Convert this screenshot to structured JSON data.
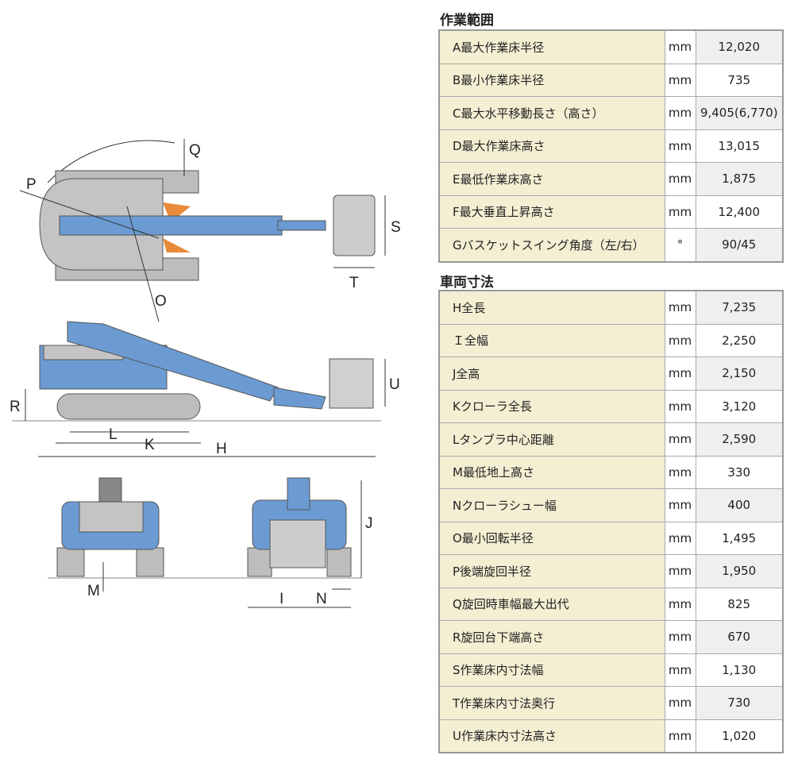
{
  "diagram_labels": {
    "P": "P",
    "Q": "Q",
    "O": "O",
    "S": "S",
    "T": "T",
    "R": "R",
    "U": "U",
    "L": "L",
    "K": "K",
    "H": "H",
    "M": "M",
    "J": "J",
    "I": "I",
    "N": "N"
  },
  "colors": {
    "machine_blue": "#6b9bd2",
    "machine_gray": "#bdbdbd",
    "label_bg": "#f4efd3",
    "orange": "#e88a3a"
  },
  "work_range": {
    "title": "作業範囲",
    "rows": [
      {
        "label": "A最大作業床半径",
        "unit": "mm",
        "value": "12,020"
      },
      {
        "label": "B最小作業床半径",
        "unit": "mm",
        "value": "735"
      },
      {
        "label": "C最大水平移動長さ（高さ）",
        "unit": "mm",
        "value": "9,405(6,770)"
      },
      {
        "label": "D最大作業床高さ",
        "unit": "mm",
        "value": "13,015"
      },
      {
        "label": "E最低作業床高さ",
        "unit": "mm",
        "value": "1,875"
      },
      {
        "label": "F最大垂直上昇高さ",
        "unit": "mm",
        "value": "12,400"
      },
      {
        "label": "Gバスケットスイング角度（左/右）",
        "unit": "°",
        "value": "90/45"
      }
    ]
  },
  "vehicle_dims": {
    "title": "車両寸法",
    "rows": [
      {
        "label": "H全長",
        "unit": "mm",
        "value": "7,235"
      },
      {
        "label": "Ｉ全幅",
        "unit": "mm",
        "value": "2,250"
      },
      {
        "label": "J全高",
        "unit": "mm",
        "value": "2,150"
      },
      {
        "label": "Kクローラ全長",
        "unit": "mm",
        "value": "3,120"
      },
      {
        "label": "Lタンブラ中心距離",
        "unit": "mm",
        "value": "2,590"
      },
      {
        "label": "M最低地上高さ",
        "unit": "mm",
        "value": "330"
      },
      {
        "label": "Nクローラシュー幅",
        "unit": "mm",
        "value": "400"
      },
      {
        "label": "O最小回転半径",
        "unit": "mm",
        "value": "1,495"
      },
      {
        "label": "P後端旋回半径",
        "unit": "mm",
        "value": "1,950"
      },
      {
        "label": "Q旋回時車幅最大出代",
        "unit": "mm",
        "value": "825"
      },
      {
        "label": "R旋回台下端高さ",
        "unit": "mm",
        "value": "670"
      },
      {
        "label": "S作業床内寸法幅",
        "unit": "mm",
        "value": "1,130"
      },
      {
        "label": "T作業床内寸法奥行",
        "unit": "mm",
        "value": "730"
      },
      {
        "label": "U作業床内寸法高さ",
        "unit": "mm",
        "value": "1,020"
      }
    ]
  }
}
